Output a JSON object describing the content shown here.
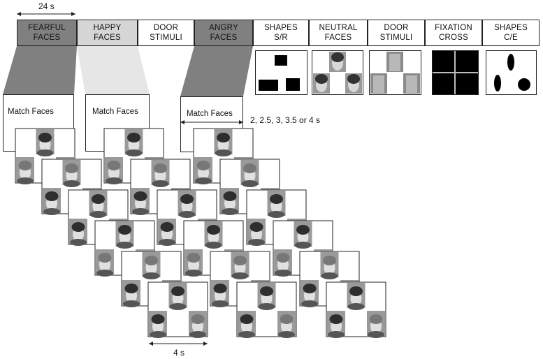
{
  "timing": {
    "block_duration": "24 s",
    "trial_duration": "4 s",
    "isi_options": "2, 2.5, 3, 3.5 or 4 s"
  },
  "blocks": [
    {
      "label": "FEARFUL\nFACES",
      "fill": "#808080"
    },
    {
      "label": "HAPPY\nFACES",
      "fill": "#d6d6d6"
    },
    {
      "label": "DOOR\nSTIMULI",
      "fill": "#ffffff"
    },
    {
      "label": "ANGRY\nFACES",
      "fill": "#808080"
    },
    {
      "label": "SHAPES\nS/R",
      "fill": "#ffffff"
    },
    {
      "label": "NEUTRAL\nFACES",
      "fill": "#ffffff"
    },
    {
      "label": "DOOR\nSTIMULI",
      "fill": "#ffffff"
    },
    {
      "label": "FIXATION\nCROSS",
      "fill": "#ffffff"
    },
    {
      "label": "SHAPES\nC/E",
      "fill": "#ffffff"
    }
  ],
  "instructions": [
    {
      "task": "Match Faces"
    },
    {
      "task": "Match Faces"
    },
    {
      "task": "Match Faces"
    }
  ],
  "stimulus_examples": [
    {
      "name": "shapes-s-r-example",
      "content": "rectangles"
    },
    {
      "name": "neutral-faces-example",
      "content": "faces"
    },
    {
      "name": "door-stimuli-example",
      "content": "doors"
    },
    {
      "name": "fixation-cross-example",
      "content": "fixation-cross"
    },
    {
      "name": "shapes-c-e-example",
      "content": "ellipses"
    }
  ],
  "colors": {
    "dark_block": "#808080",
    "light_block": "#d6d6d6",
    "face_bg": "#9a9a9a",
    "fixation": "#000000",
    "line": "#222222"
  }
}
